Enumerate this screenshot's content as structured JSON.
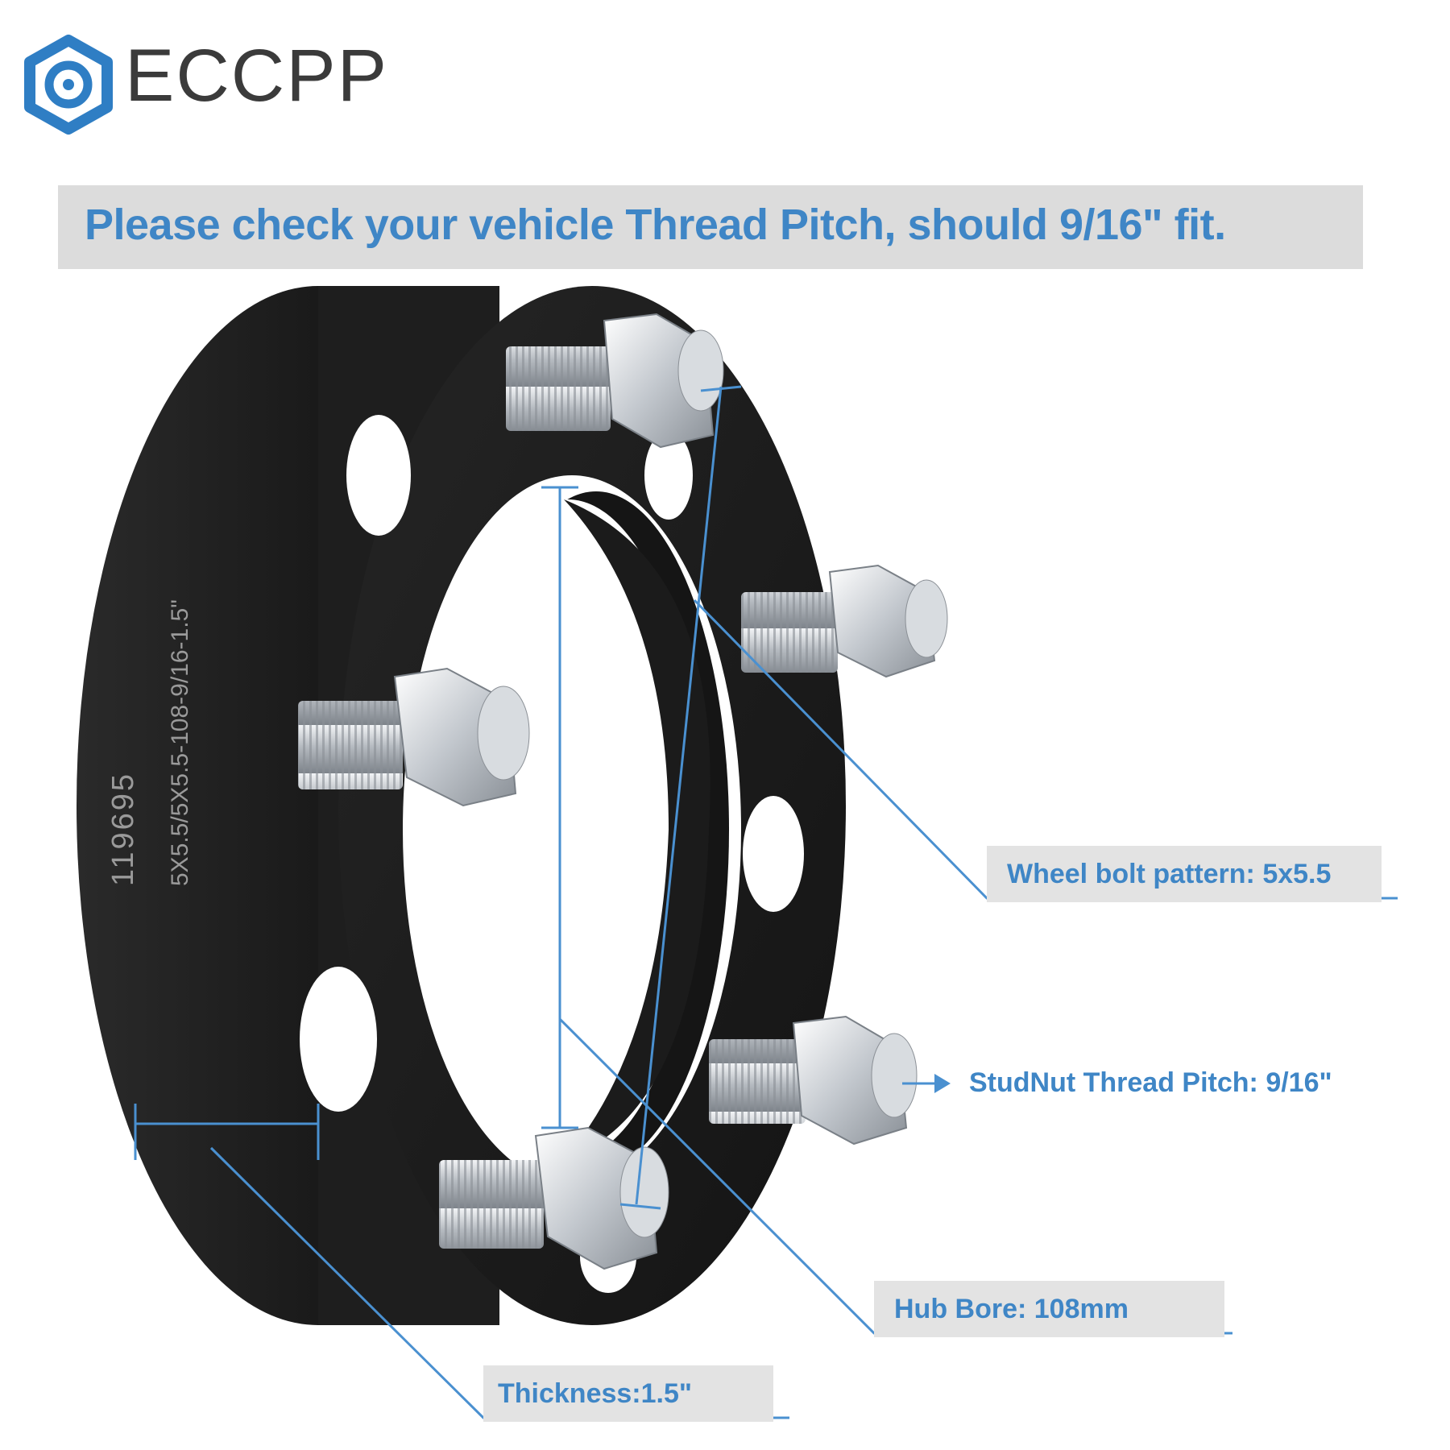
{
  "brand": {
    "name": "ECCPP",
    "accent_color": "#2f7ec4",
    "icon": "hexagon-bolt-logo-icon"
  },
  "headline": "Please check your vehicle Thread Pitch, should 9/16\" fit.",
  "part": {
    "engraving_number": "119695",
    "engraving_spec": "5X5.5/5X5.5-108-9/16-1.5\""
  },
  "callouts": {
    "bolt_pattern": "Wheel bolt pattern: 5x5.5",
    "thread_pitch": "StudNut Thread Pitch: 9/16\"",
    "hub_bore": "Hub Bore: 108mm",
    "thickness": "Thickness:1.5\""
  },
  "colors": {
    "text_blue": "#3f86c6",
    "line_blue": "#4a90d0",
    "label_bg": "#e3e3e3",
    "spacer_black": "#1c1c1c",
    "stud_silver": "#c9cdd2"
  }
}
